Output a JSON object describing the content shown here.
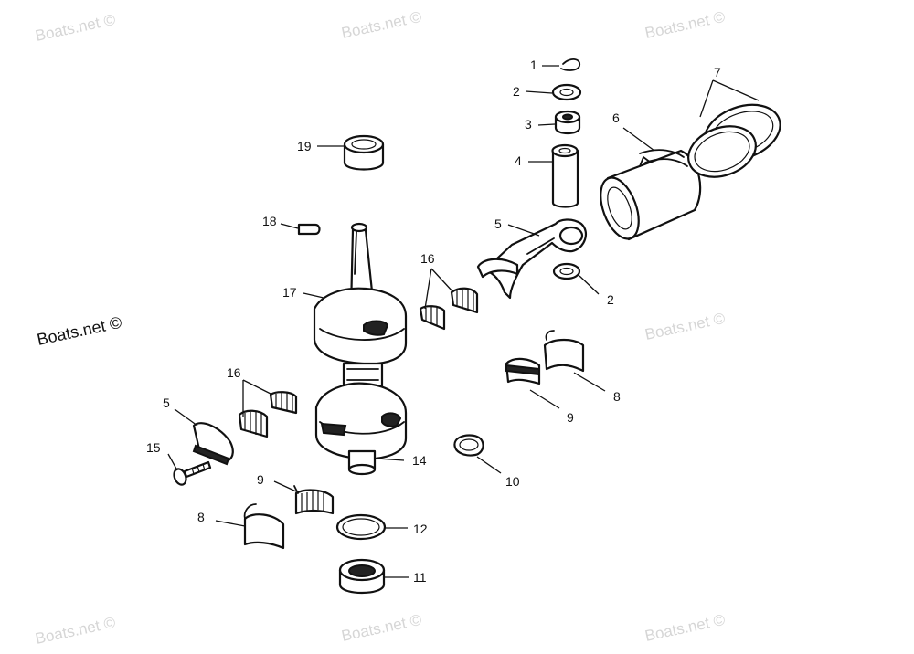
{
  "watermark": "Boats.net ©",
  "callouts": {
    "c1": "1",
    "c2a": "2",
    "c2b": "2",
    "c3": "3",
    "c4": "4",
    "c5a": "5",
    "c5b": "5",
    "c6": "6",
    "c7": "7",
    "c8a": "8",
    "c8b": "8",
    "c9a": "9",
    "c9b": "9",
    "c10": "10",
    "c11": "11",
    "c12": "12",
    "c14": "14",
    "c15": "15",
    "c16a": "16",
    "c16b": "16",
    "c17": "17",
    "c18": "18",
    "c19": "19"
  }
}
